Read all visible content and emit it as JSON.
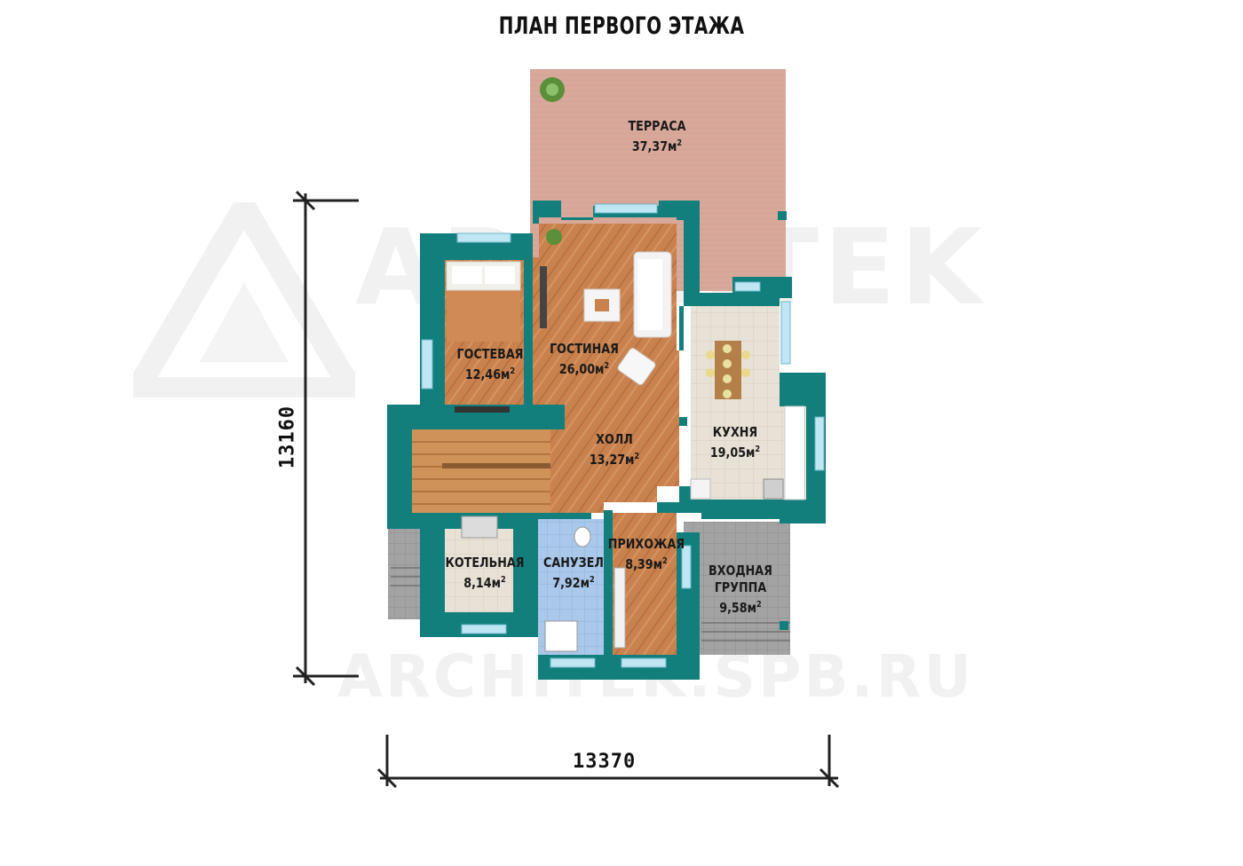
{
  "title": "ПЛАН ПЕРВОГО ЭТАЖА",
  "watermark": {
    "brand": "ARCHITEK",
    "site": "ARCHITEK.SPB.RU"
  },
  "dimensions": {
    "width_mm": "13370",
    "height_mm": "13160"
  },
  "rooms": [
    {
      "id": "terrace",
      "name": "ТЕРРАСА",
      "area": "37,37м",
      "sup": "2"
    },
    {
      "id": "guest",
      "name": "ГОСТЕВАЯ",
      "area": "12,46м",
      "sup": "2"
    },
    {
      "id": "living",
      "name": "ГОСТИНАЯ",
      "area": "26,00м",
      "sup": "2"
    },
    {
      "id": "hall",
      "name": "ХОЛЛ",
      "area": "13,27м",
      "sup": "2"
    },
    {
      "id": "kitchen",
      "name": "КУХНЯ",
      "area": "19,05м",
      "sup": "2"
    },
    {
      "id": "boiler",
      "name": "КОТЕЛЬНАЯ",
      "area": "8,14м",
      "sup": "2"
    },
    {
      "id": "bathroom",
      "name": "САНУЗЕЛ",
      "area": "7,92м",
      "sup": "2"
    },
    {
      "id": "entry",
      "name": "ПРИХОЖАЯ",
      "area": "8,39м",
      "sup": "2"
    },
    {
      "id": "porch",
      "name": "ВХОДНАЯ",
      "name2": "ГРУППА",
      "area": "9,58м",
      "sup": "2"
    }
  ],
  "colors": {
    "wall": "#127f7c",
    "wood_floor": "#c9824e",
    "terrace": "#d8a89b",
    "tile": "#e8e1d6",
    "bath_tile": "#a9c8ea",
    "porch": "#9e9e9e",
    "window": "#bfe6f2"
  }
}
